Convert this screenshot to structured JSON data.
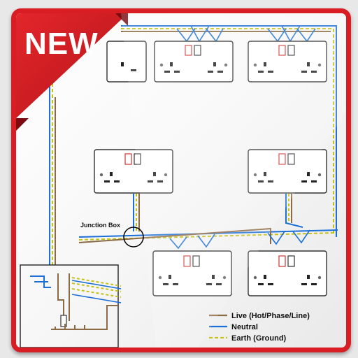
{
  "badge": {
    "text": "NEW"
  },
  "diagram": {
    "junction_label": "Junction Box"
  },
  "legend": {
    "items": [
      {
        "label": "Live (Hot/Phase/Line)",
        "color": "#8b6b45",
        "style": "solid"
      },
      {
        "label": "Neutral",
        "color": "#1b6fd6",
        "style": "solid"
      },
      {
        "label": "Earth (Ground)",
        "color": "#c7c11a",
        "style": "dashed"
      }
    ]
  },
  "colors": {
    "frame": "#d81e24",
    "ribbon": "#d81e24",
    "live": "#8b6b45",
    "neutral": "#1b6fd6",
    "earth": "#c7c11a"
  }
}
